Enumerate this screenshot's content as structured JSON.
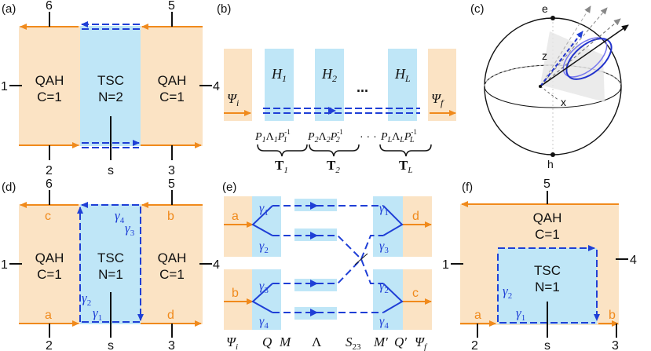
{
  "colors": {
    "peach": "#fbe3c4",
    "cyan": "#bfe6f7",
    "orange": "#f08a1c",
    "blue": "#1f3fd6",
    "grey": "#999999"
  },
  "panel_a": {
    "tag": "(a)",
    "left_region": [
      "QAH",
      "C=1"
    ],
    "center_region": [
      "TSC",
      "N=2"
    ],
    "right_region": [
      "QAH",
      "C=1"
    ],
    "terminals": {
      "t6": "6",
      "t5": "5",
      "t1": "1",
      "t4": "4",
      "t2": "2",
      "t3": "3",
      "ts": "s"
    }
  },
  "panel_b": {
    "tag": "(b)",
    "psi_in": "Ψ",
    "psi_in_sub": "i",
    "psi_out": "Ψ",
    "psi_out_sub": "f",
    "hamiltonians": [
      {
        "base": "H",
        "sub": "1"
      },
      {
        "base": "H",
        "sub": "2"
      },
      {
        "base": "H",
        "sub": "L"
      }
    ],
    "ellipsis": "...",
    "products": [
      {
        "P": "P",
        "sub": "1",
        "L": "Λ",
        "Pinv": "P",
        "inv": "-1"
      },
      {
        "P": "P",
        "sub": "2",
        "L": "Λ",
        "Pinv": "P",
        "inv": "-1"
      },
      {
        "P": "P",
        "sub": "L",
        "L": "Λ",
        "Pinv": "P",
        "inv": "-1"
      }
    ],
    "dots": "· · ·",
    "transfer": [
      {
        "base": "T",
        "sub": "1"
      },
      {
        "base": "T",
        "sub": "2"
      },
      {
        "base": "T",
        "sub": "L"
      }
    ]
  },
  "panel_c": {
    "tag": "(c)",
    "labels": {
      "e": "e",
      "h": "h",
      "z": "z",
      "x": "x"
    }
  },
  "panel_d": {
    "tag": "(d)",
    "left_region": [
      "QAH",
      "C=1"
    ],
    "center_region": [
      "TSC",
      "N=1"
    ],
    "right_region": [
      "QAH",
      "C=1"
    ],
    "channels": {
      "a": "a",
      "b": "b",
      "c": "c",
      "d": "d"
    },
    "majoranas": [
      "γ",
      "γ",
      "γ",
      "γ"
    ],
    "majorana_subs": [
      "1",
      "2",
      "3",
      "4"
    ],
    "terminals": {
      "t6": "6",
      "t5": "5",
      "t1": "1",
      "t4": "4",
      "t2": "2",
      "t3": "3",
      "ts": "s"
    }
  },
  "panel_e": {
    "tag": "(e)",
    "channels": {
      "a": "a",
      "b": "b",
      "c": "c",
      "d": "d"
    },
    "gamma": "γ",
    "left_subs": [
      "1",
      "2",
      "3",
      "4"
    ],
    "right_subs": [
      "1",
      "3",
      "2",
      "4"
    ],
    "bottom": {
      "psi_i": "Ψ",
      "psi_i_sub": "i",
      "Q": "Q",
      "M": "M",
      "Lambda": "Λ",
      "S": "S",
      "S_sub": "23",
      "Mp": "M′",
      "Qp": "Q′",
      "psi_f": "Ψ",
      "psi_f_sub": "f"
    }
  },
  "panel_f": {
    "tag": "(f)",
    "outer_region": [
      "QAH",
      "C=1"
    ],
    "inner_region": [
      "TSC",
      "N=1"
    ],
    "channels": {
      "a": "a",
      "b": "b"
    },
    "gamma": "γ",
    "subs": [
      "2",
      "1"
    ],
    "terminals": {
      "t5": "5",
      "t1": "1",
      "t4": "4",
      "t2": "2",
      "t3": "3",
      "ts": "s"
    }
  }
}
